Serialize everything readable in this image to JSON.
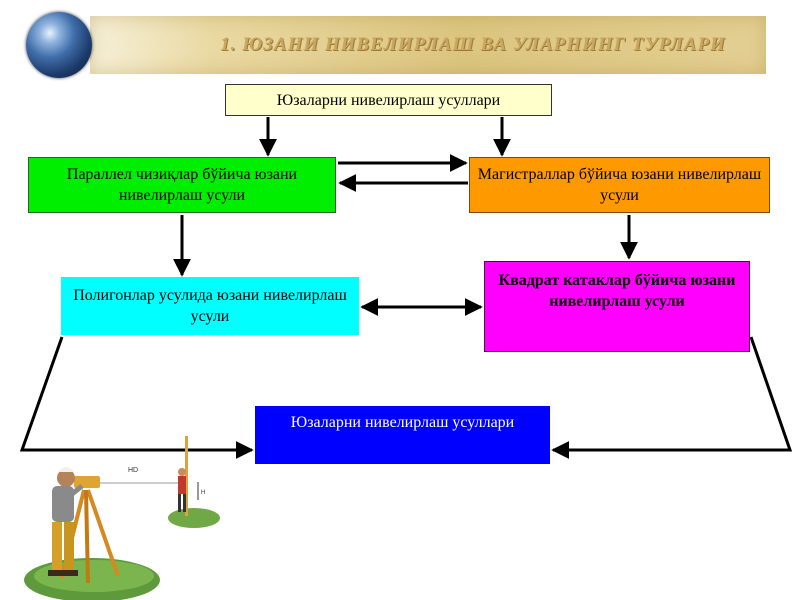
{
  "header": {
    "title": "1. ЮЗАНИ НИВЕЛИРЛАШ ВА УЛАРНИНГ ТУРЛАРИ"
  },
  "diagram": {
    "top_box": "Юзаларни нивелирлаш усуллари",
    "parallel_box": "Параллел чизиқлар бўйича юзани нивелирлаш усули",
    "magistral_box": "Магистраллар  бўйича юзани нивелирлаш усули",
    "polygon_box": "Полигонлар усулида юзани нивелирлаш усули",
    "grid_box": "Квадрат катаклар бўйича юзани нивелирлаш усули",
    "bottom_box": "Юзаларни нивелирлаш усуллари"
  },
  "illustration": {
    "hd_label": "HD",
    "h_label": "H"
  },
  "colors": {
    "top_box": "#ffffcc",
    "parallel_box": "#00ee00",
    "magistral_box": "#ff9900",
    "polygon_box": "#00ffff",
    "grid_box": "#ff00ff",
    "bottom_box": "#0000ff"
  }
}
